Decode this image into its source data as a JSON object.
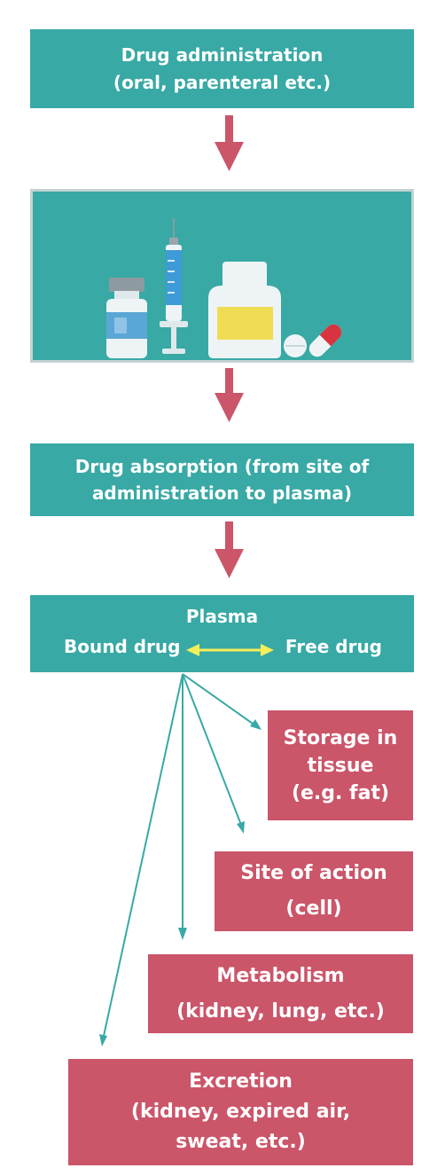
{
  "administration": {
    "line1": "Drug administration",
    "line2": "(oral, parenteral etc.)"
  },
  "absorption": {
    "line1": "Drug absorption (from site of",
    "line2": "administration to plasma)"
  },
  "plasma": {
    "title": "Plasma",
    "bound": "Bound drug",
    "free": "Free drug"
  },
  "storage": {
    "line1": "Storage in",
    "line2": "tissue",
    "line3": "(e.g. fat)"
  },
  "site_of_action": {
    "line1": "Site of action",
    "line2": "(cell)"
  },
  "metabolism": {
    "line1": "Metabolism",
    "line2": "(kidney, lung, etc.)"
  },
  "excretion": {
    "line1": "Excretion",
    "line2": "(kidney, expired air,",
    "line3": "sweat, etc.)"
  },
  "colors": {
    "teal": "#38a9a5",
    "red": "#cb5569",
    "flow_arrow": "#cb5569",
    "distribution_arrow": "#38a9a5",
    "equilibrium_arrow": "#f5ee5a"
  }
}
